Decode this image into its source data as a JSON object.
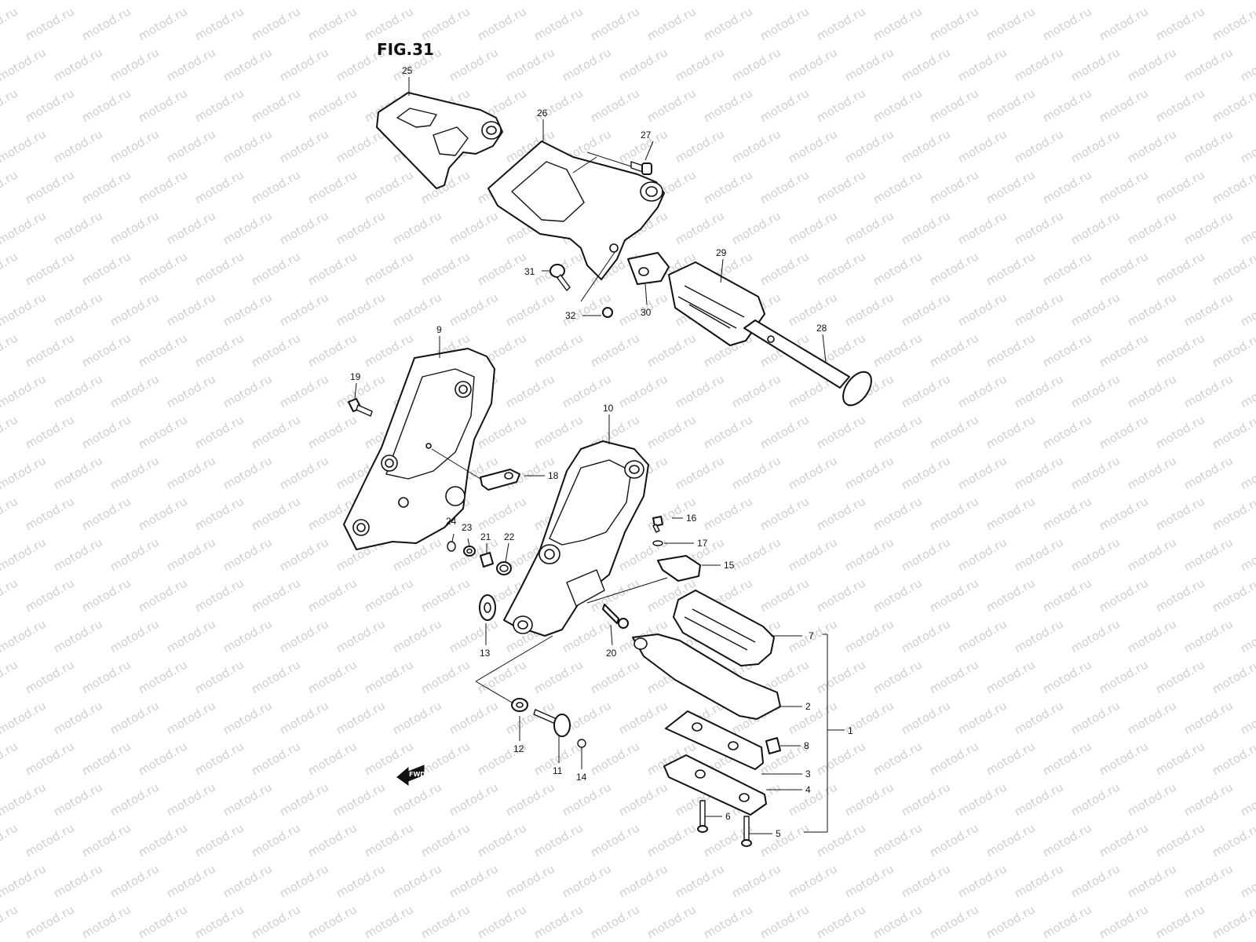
{
  "figure": {
    "title": "FIG.31",
    "watermark": "motod.ru",
    "fwd_marker": "FWD"
  },
  "callouts": [
    {
      "id": "p1",
      "label": "1"
    },
    {
      "id": "p2",
      "label": "2"
    },
    {
      "id": "p3",
      "label": "3"
    },
    {
      "id": "p4",
      "label": "4"
    },
    {
      "id": "p5",
      "label": "5"
    },
    {
      "id": "p6",
      "label": "6"
    },
    {
      "id": "p7",
      "label": "7"
    },
    {
      "id": "p8",
      "label": "8"
    },
    {
      "id": "p9",
      "label": "9"
    },
    {
      "id": "p10",
      "label": "10"
    },
    {
      "id": "p11",
      "label": "11"
    },
    {
      "id": "p12",
      "label": "12"
    },
    {
      "id": "p13",
      "label": "13"
    },
    {
      "id": "p14",
      "label": "14"
    },
    {
      "id": "p15",
      "label": "15"
    },
    {
      "id": "p16",
      "label": "16"
    },
    {
      "id": "p17",
      "label": "17"
    },
    {
      "id": "p18",
      "label": "18"
    },
    {
      "id": "p19",
      "label": "19"
    },
    {
      "id": "p20",
      "label": "20"
    },
    {
      "id": "p21",
      "label": "21"
    },
    {
      "id": "p22",
      "label": "22"
    },
    {
      "id": "p23",
      "label": "23"
    },
    {
      "id": "p24",
      "label": "24"
    },
    {
      "id": "p25",
      "label": "25"
    },
    {
      "id": "p26",
      "label": "26"
    },
    {
      "id": "p27",
      "label": "27"
    },
    {
      "id": "p28",
      "label": "28"
    },
    {
      "id": "p29",
      "label": "29"
    },
    {
      "id": "p30",
      "label": "30"
    },
    {
      "id": "p31",
      "label": "31"
    },
    {
      "id": "p32",
      "label": "32"
    }
  ]
}
